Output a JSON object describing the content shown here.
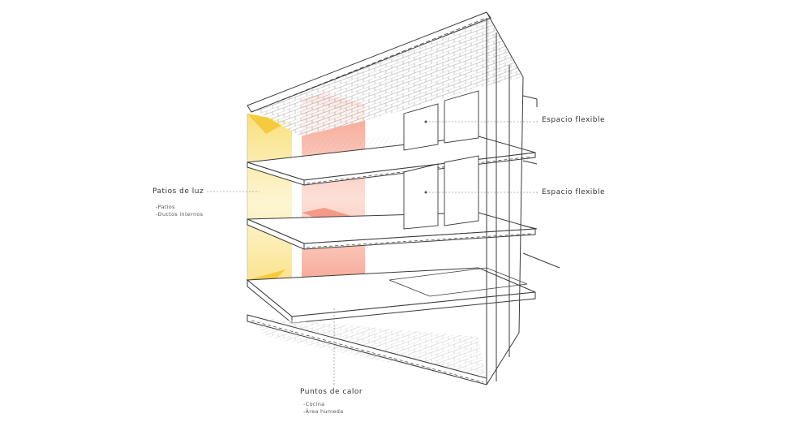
{
  "colors": {
    "line": "#3a3a3a",
    "light_well": "#f6cf45",
    "heat_point": "#f0735a",
    "background": "#ffffff"
  },
  "labels": {
    "patios_title": "Patios de luz",
    "patios_items": [
      "-Patios",
      "-Ductos internos"
    ],
    "flex_top": "Espacio flexible",
    "flex_mid": "Espacio flexible",
    "puntos_title": "Puntos de calor",
    "puntos_items": [
      "-Cocina",
      "-Área humeda"
    ]
  }
}
